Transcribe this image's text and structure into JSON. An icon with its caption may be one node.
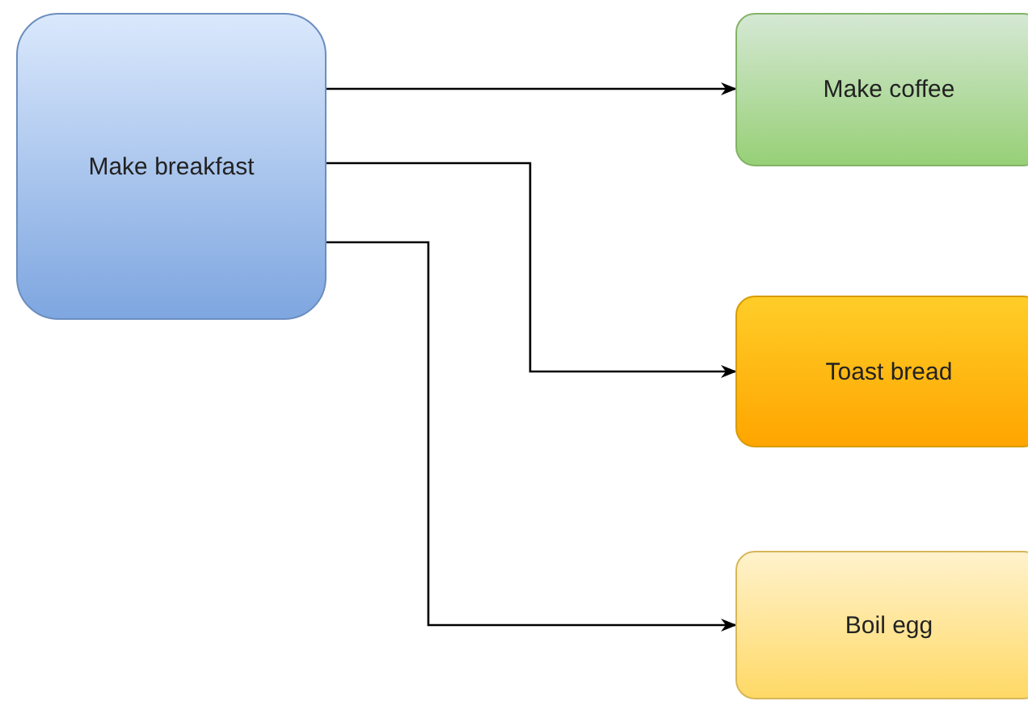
{
  "diagram": {
    "nodes": [
      {
        "text": [
          "Make breakfast"
        ]
      },
      {
        "text": [
          "Make coffee"
        ]
      },
      {
        "text": [
          "Toast bread"
        ]
      },
      {
        "text": [
          "Boil egg"
        ]
      }
    ],
    "edges": [
      {
        "from": 0,
        "to": 1,
        "arrow": "to"
      },
      {
        "from": 0,
        "to": 2,
        "arrow": "to"
      },
      {
        "from": 0,
        "to": 3,
        "arrow": "to"
      }
    ]
  }
}
